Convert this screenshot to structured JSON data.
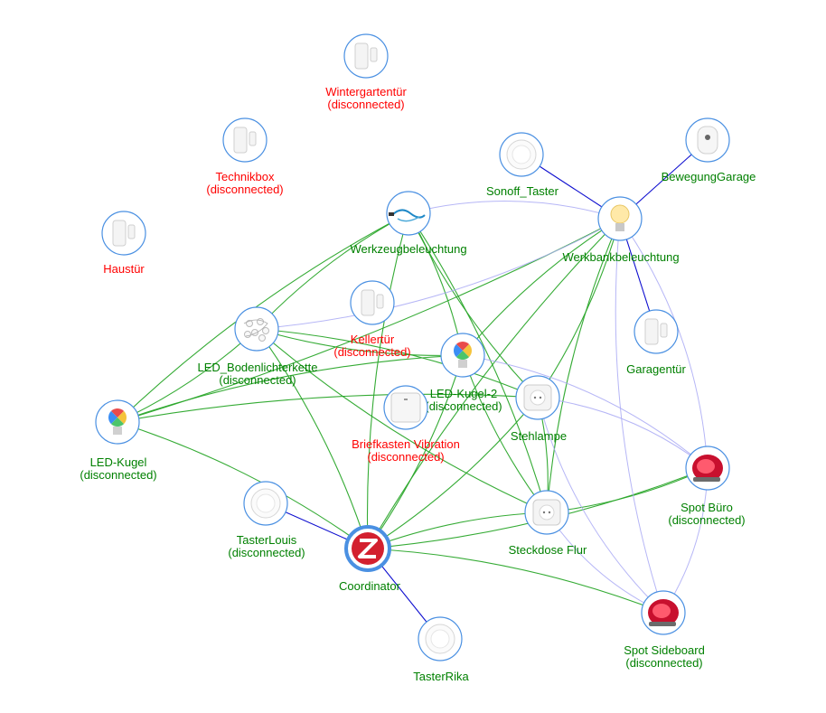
{
  "colors": {
    "connected": "#008000",
    "disconnected": "#ff0000",
    "coordinator_label": "#008000",
    "route_link": "#0000cc",
    "mesh_link": "#2aa62a",
    "weak_link": "#a9a9f5",
    "node_border": "#4a90e2"
  },
  "nodes": [
    {
      "id": "coordinator",
      "name": "Coordinator",
      "status": "",
      "state": "ok",
      "icon": "zigbee-logo-icon"
    },
    {
      "id": "wintergartentuer",
      "name": "Wintergartentür",
      "status": "(disconnected)",
      "state": "disconnected",
      "icon": "door-sensor-icon"
    },
    {
      "id": "technikbox",
      "name": "Technikbox",
      "status": "(disconnected)",
      "state": "disconnected",
      "icon": "door-sensor-icon"
    },
    {
      "id": "haustuer",
      "name": "Haustür",
      "status": "",
      "state": "disconnected",
      "icon": "door-sensor-icon"
    },
    {
      "id": "sonoff_taster",
      "name": "Sonoff_Taster",
      "status": "",
      "state": "ok",
      "icon": "round-button-icon"
    },
    {
      "id": "bewegunggarage",
      "name": "BewegungGarage",
      "status": "",
      "state": "ok",
      "icon": "motion-sensor-icon"
    },
    {
      "id": "werkzeugbeleuchtung",
      "name": "Werkzeugbeleuchtung",
      "status": "",
      "state": "ok",
      "icon": "led-strip-icon"
    },
    {
      "id": "werkbankbeleuchtung",
      "name": "Werkbankbeleuchtung",
      "status": "",
      "state": "ok",
      "icon": "bulb-warm-icon"
    },
    {
      "id": "kellertuer",
      "name": "Kellertür",
      "status": "(disconnected)",
      "state": "disconnected",
      "icon": "door-sensor-icon"
    },
    {
      "id": "led_bodenlichterkette",
      "name": "LED_Bodenlichterkette",
      "status": "(disconnected)",
      "state": "ok",
      "icon": "string-lights-icon"
    },
    {
      "id": "led_kugel_2",
      "name": "LED-Kugel-2",
      "status": "(disconnected)",
      "state": "ok",
      "icon": "bulb-color-icon"
    },
    {
      "id": "garagentuer",
      "name": "Garagentür",
      "status": "",
      "state": "ok",
      "icon": "door-sensor-icon"
    },
    {
      "id": "briefkasten",
      "name": "Briefkasten Vibration",
      "status": "(disconnected)",
      "state": "disconnected",
      "icon": "vibration-sensor-icon"
    },
    {
      "id": "stehlampe",
      "name": "Stehlampe",
      "status": "",
      "state": "ok",
      "icon": "smart-plug-icon"
    },
    {
      "id": "led_kugel",
      "name": "LED-Kugel",
      "status": "(disconnected)",
      "state": "ok",
      "icon": "bulb-color-icon"
    },
    {
      "id": "spot_buero",
      "name": "Spot Büro",
      "status": "(disconnected)",
      "state": "ok",
      "icon": "spot-lamp-icon"
    },
    {
      "id": "tasterlouis",
      "name": "TasterLouis",
      "status": "(disconnected)",
      "state": "ok",
      "icon": "round-button-icon"
    },
    {
      "id": "steckdose_flur",
      "name": "Steckdose Flur",
      "status": "",
      "state": "ok",
      "icon": "smart-plug-icon"
    },
    {
      "id": "spot_sideboard",
      "name": "Spot Sideboard",
      "status": "(disconnected)",
      "state": "ok",
      "icon": "spot-lamp-icon"
    },
    {
      "id": "tasterrika",
      "name": "TasterRika",
      "status": "",
      "state": "ok",
      "icon": "round-button-icon"
    }
  ],
  "links": [
    {
      "source": "coordinator",
      "target": "tasterlouis",
      "kind": "route"
    },
    {
      "source": "coordinator",
      "target": "tasterrika",
      "kind": "route"
    },
    {
      "source": "werkbankbeleuchtung",
      "target": "sonoff_taster",
      "kind": "route"
    },
    {
      "source": "werkbankbeleuchtung",
      "target": "bewegunggarage",
      "kind": "route"
    },
    {
      "source": "werkbankbeleuchtung",
      "target": "garagentuer",
      "kind": "route"
    },
    {
      "source": "coordinator",
      "target": "led_bodenlichterkette",
      "kind": "mesh"
    },
    {
      "source": "coordinator",
      "target": "werkzeugbeleuchtung",
      "kind": "mesh"
    },
    {
      "source": "coordinator",
      "target": "led_kugel_2",
      "kind": "mesh"
    },
    {
      "source": "coordinator",
      "target": "werkbankbeleuchtung",
      "kind": "mesh"
    },
    {
      "source": "coordinator",
      "target": "stehlampe",
      "kind": "mesh"
    },
    {
      "source": "coordinator",
      "target": "steckdose_flur",
      "kind": "mesh"
    },
    {
      "source": "coordinator",
      "target": "spot_buero",
      "kind": "mesh"
    },
    {
      "source": "coordinator",
      "target": "spot_sideboard",
      "kind": "mesh"
    },
    {
      "source": "coordinator",
      "target": "led_kugel",
      "kind": "mesh"
    },
    {
      "source": "led_kugel",
      "target": "werkzeugbeleuchtung",
      "kind": "mesh"
    },
    {
      "source": "led_kugel",
      "target": "led_bodenlichterkette",
      "kind": "mesh"
    },
    {
      "source": "led_kugel",
      "target": "led_kugel_2",
      "kind": "mesh"
    },
    {
      "source": "led_kugel",
      "target": "werkbankbeleuchtung",
      "kind": "mesh"
    },
    {
      "source": "led_kugel",
      "target": "stehlampe",
      "kind": "mesh"
    },
    {
      "source": "werkzeugbeleuchtung",
      "target": "led_bodenlichterkette",
      "kind": "mesh"
    },
    {
      "source": "werkzeugbeleuchtung",
      "target": "led_kugel_2",
      "kind": "mesh"
    },
    {
      "source": "werkzeugbeleuchtung",
      "target": "stehlampe",
      "kind": "mesh"
    },
    {
      "source": "werkzeugbeleuchtung",
      "target": "steckdose_flur",
      "kind": "mesh"
    },
    {
      "source": "led_bodenlichterkette",
      "target": "led_kugel_2",
      "kind": "mesh"
    },
    {
      "source": "led_bodenlichterkette",
      "target": "stehlampe",
      "kind": "mesh"
    },
    {
      "source": "led_bodenlichterkette",
      "target": "steckdose_flur",
      "kind": "mesh"
    },
    {
      "source": "led_kugel_2",
      "target": "werkbankbeleuchtung",
      "kind": "mesh"
    },
    {
      "source": "led_kugel_2",
      "target": "steckdose_flur",
      "kind": "mesh"
    },
    {
      "source": "werkbankbeleuchtung",
      "target": "stehlampe",
      "kind": "mesh"
    },
    {
      "source": "werkbankbeleuchtung",
      "target": "steckdose_flur",
      "kind": "mesh"
    },
    {
      "source": "stehlampe",
      "target": "steckdose_flur",
      "kind": "mesh"
    },
    {
      "source": "steckdose_flur",
      "target": "spot_buero",
      "kind": "mesh"
    },
    {
      "source": "werkzeugbeleuchtung",
      "target": "werkbankbeleuchtung",
      "kind": "weak"
    },
    {
      "source": "led_bodenlichterkette",
      "target": "werkbankbeleuchtung",
      "kind": "weak"
    },
    {
      "source": "werkbankbeleuchtung",
      "target": "spot_buero",
      "kind": "weak"
    },
    {
      "source": "werkbankbeleuchtung",
      "target": "spot_sideboard",
      "kind": "weak"
    },
    {
      "source": "stehlampe",
      "target": "spot_buero",
      "kind": "weak"
    },
    {
      "source": "stehlampe",
      "target": "spot_sideboard",
      "kind": "weak"
    },
    {
      "source": "led_kugel_2",
      "target": "spot_buero",
      "kind": "weak"
    },
    {
      "source": "steckdose_flur",
      "target": "spot_sideboard",
      "kind": "weak"
    },
    {
      "source": "spot_buero",
      "target": "spot_sideboard",
      "kind": "weak"
    }
  ]
}
